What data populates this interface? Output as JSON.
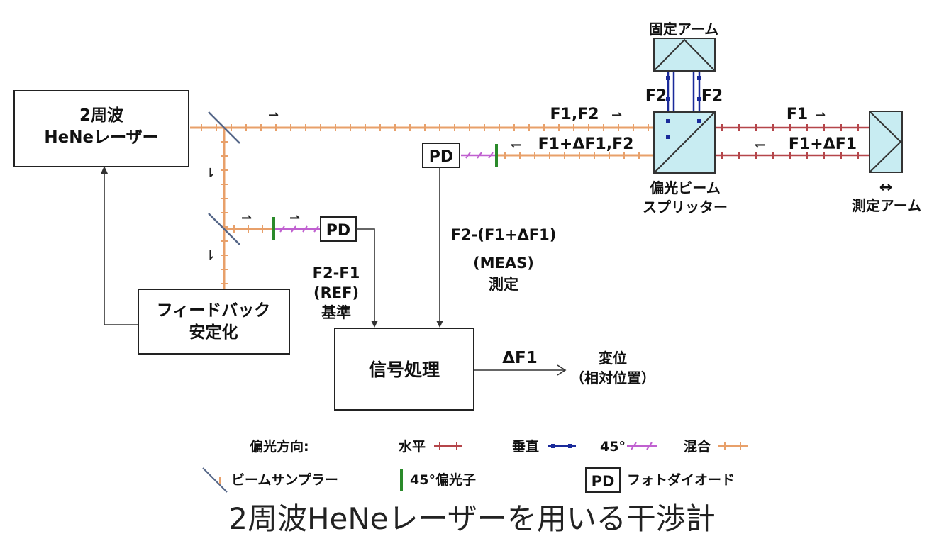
{
  "boxes": {
    "laser_line1": "2周波",
    "laser_line2": "HeNeレーザー",
    "feedback_line1": "フィードバック",
    "feedback_line2": "安定化",
    "signal": "信号処理",
    "pd_ref": "PD",
    "pd_meas": "PD"
  },
  "labels": {
    "fixed_arm": "固定アーム",
    "f2_left": "F2",
    "f2_right": "F2",
    "f1f2": "F1,F2",
    "f1": "F1",
    "f1_plus_df1": "F1+ΔF1",
    "f1_plus_df1_f2": "F1+ΔF1,F2",
    "pbs_line1": "偏光ビーム",
    "pbs_line2": "スプリッター",
    "meas_arm": "測定アーム",
    "meas_arm_arrow": "↔",
    "ref_line1": "F2-F1",
    "ref_line2": "(REF)",
    "ref_line3": "基準",
    "meas_line1": "F2-(F1+ΔF1)",
    "meas_line2": "(MEAS)",
    "meas_line3": "測定",
    "df1": "ΔF1",
    "disp_line1": "変位",
    "disp_line2": "（相対位置）"
  },
  "legend": {
    "polarization_title": "偏光方向:",
    "horizontal": "水平",
    "vertical": "垂直",
    "deg45": "45°",
    "mixed": "混合",
    "beam_sampler": "ビームサンプラー",
    "polarizer": "45°偏光子",
    "pd_box": "PD",
    "photodiode": "フォトダイオード"
  },
  "caption": "2周波HeNeレーザーを用いる干渉計",
  "colors": {
    "mixed_beam": "#e8a06a",
    "horizontal_beam": "#b5454a",
    "vertical_beam": "#1a2a9a",
    "deg45_beam": "#c060d0",
    "polarizer": "#2a8a2a",
    "optic_fill": "#c8ecf2",
    "sampler": "#556688"
  }
}
